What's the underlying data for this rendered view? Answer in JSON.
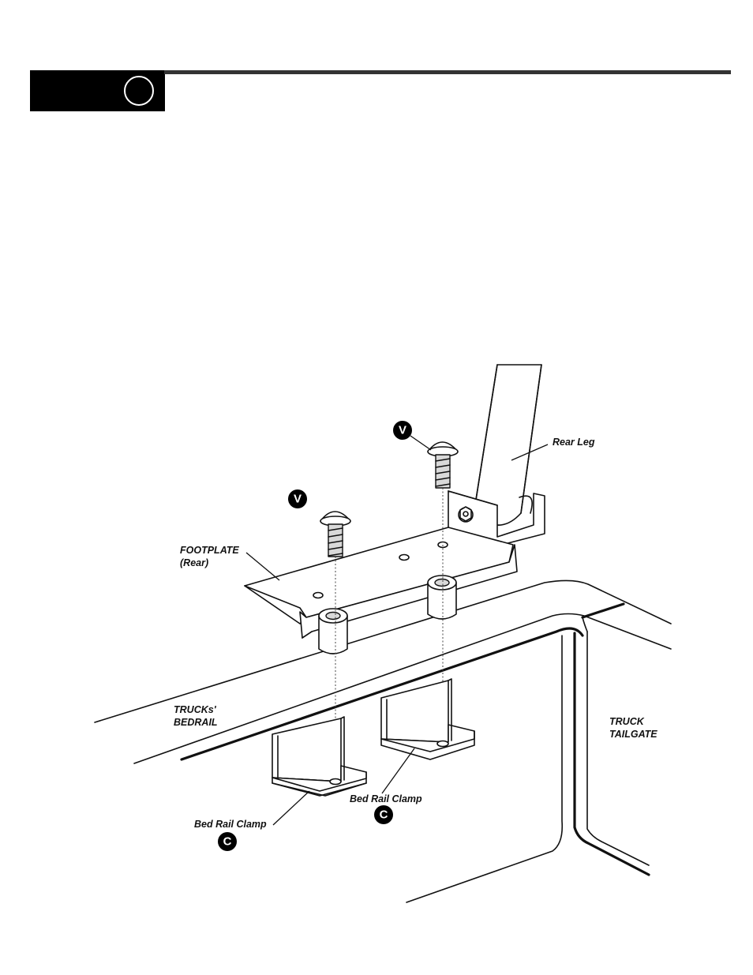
{
  "labels": {
    "rear_leg": "Rear Leg",
    "footplate_line1": "FOOTPLATE",
    "footplate_line2": "(Rear)",
    "bedrail_line1": "TRUCKs'",
    "bedrail_line2": "BEDRAIL",
    "tailgate_line1": "TRUCK",
    "tailgate_line2": "TAILGATE",
    "clamp_left": "Bed Rail Clamp",
    "clamp_right": "Bed Rail Clamp"
  },
  "badges": {
    "bolt_left": "V",
    "bolt_right": "V",
    "clamp_left": "C",
    "clamp_right": "C"
  }
}
